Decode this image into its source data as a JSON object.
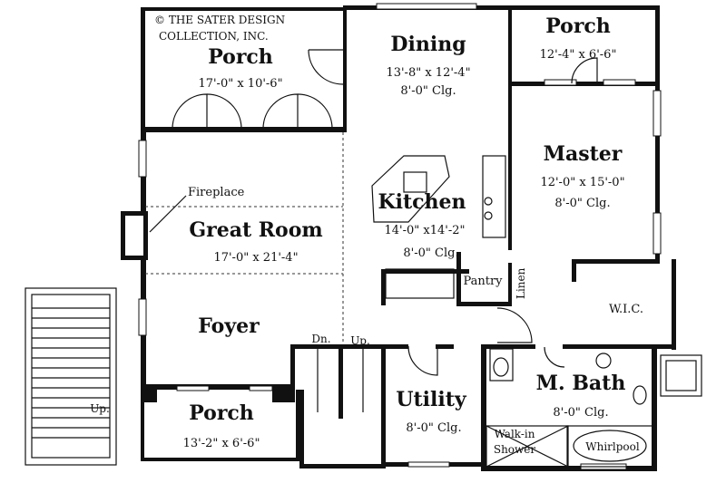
{
  "copyright": {
    "line1": "© THE SATER DESIGN",
    "line2": "COLLECTION, INC."
  },
  "rooms": {
    "porch_top": {
      "name": "Porch",
      "dims": "17'-0\" x 10'-6\""
    },
    "dining": {
      "name": "Dining",
      "dims": "13'-8\" x 12'-4\"",
      "ceiling": "8'-0\" Clg."
    },
    "porch_master": {
      "name": "Porch",
      "dims": "12'-4\" x 6'-6\""
    },
    "master": {
      "name": "Master",
      "dims": "12'-0\" x 15'-0\"",
      "ceiling": "8'-0\" Clg."
    },
    "fireplace": {
      "name": "Fireplace"
    },
    "kitchen": {
      "name": "Kitchen",
      "dims": "14'-0\" x14'-2\"",
      "ceiling": "8'-0\" Clg."
    },
    "great_room": {
      "name": "Great Room",
      "dims": "17'-0\" x 21'-4\""
    },
    "pantry": {
      "name": "Pantry"
    },
    "linen": {
      "name": "Linen"
    },
    "wic": {
      "name": "W.I.C."
    },
    "foyer": {
      "name": "Foyer"
    },
    "stairs_down": {
      "name": "Dn."
    },
    "stairs_up": {
      "name": "Up."
    },
    "exterior_stairs": {
      "name": "Up."
    },
    "m_bath": {
      "name": "M. Bath",
      "ceiling": "8'-0\" Clg."
    },
    "utility": {
      "name": "Utility",
      "ceiling": "8'-0\" Clg."
    },
    "porch_front": {
      "name": "Porch",
      "dims": "13'-2\" x 6'-6\""
    },
    "walkin_shower": {
      "name_line1": "Walk-in",
      "name_line2": "Shower"
    },
    "whirlpool": {
      "name": "Whirlpool"
    }
  }
}
